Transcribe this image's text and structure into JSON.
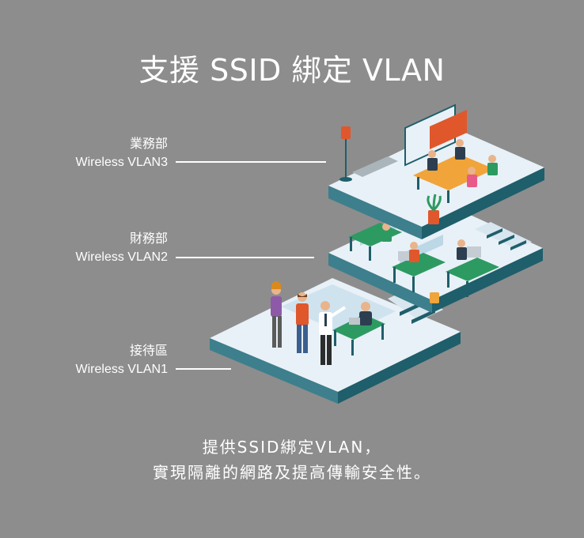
{
  "header": {
    "title": "支援 SSID 綁定 VLAN"
  },
  "floors": [
    {
      "name": "業務部",
      "ssid": "Wireless VLAN3"
    },
    {
      "name": "財務部",
      "ssid": "Wireless VLAN2"
    },
    {
      "name": "接待區",
      "ssid": "Wireless VLAN1"
    }
  ],
  "caption": {
    "line1": "提供SSID綁定VLAN，",
    "line2": "實現隔離的網路及提高傳輸安全性。"
  },
  "colors": {
    "background": "#8d8d8d",
    "floor_top": "#e8f1f7",
    "floor_side": "#1f5e6b",
    "desk": "#2d9a62",
    "table_orange": "#f0a43a",
    "accent_red": "#e0572c"
  }
}
